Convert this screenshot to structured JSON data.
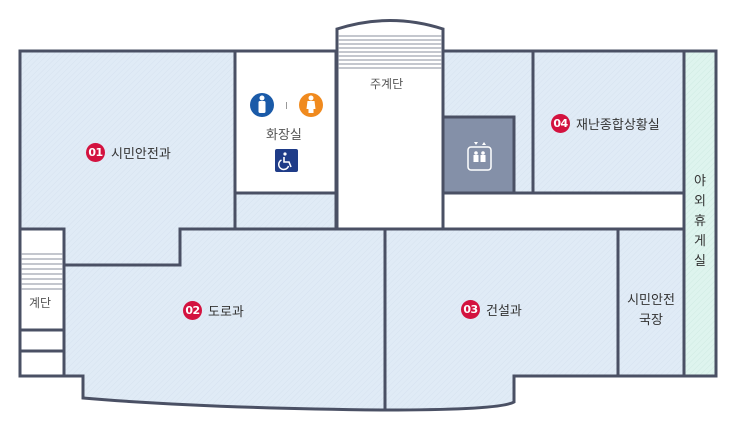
{
  "colors": {
    "wall": "#4a5064",
    "room_fill": "#e0ebf6",
    "outdoor_fill": "#def4ee",
    "elevator_fill": "#8490a8",
    "badge": "#d3123f",
    "male_icon": "#1a5aa8",
    "female_icon": "#f08a1e",
    "accessible_icon": "#1f3c88"
  },
  "rooms": {
    "r01": {
      "number": "01",
      "name": "시민안전과"
    },
    "r02": {
      "number": "02",
      "name": "도로과"
    },
    "r03": {
      "number": "03",
      "name": "건설과"
    },
    "r04": {
      "number": "04",
      "name": "재난종합상황실"
    },
    "restroom": {
      "name": "화장실",
      "separator": "|"
    },
    "main_stairs": {
      "name": "주계단"
    },
    "stairs": {
      "name": "계단"
    },
    "director": {
      "line1": "시민안전",
      "line2": "국장"
    },
    "outdoor_lounge": {
      "chars": [
        "야",
        "외",
        "휴",
        "게",
        "실"
      ]
    }
  }
}
